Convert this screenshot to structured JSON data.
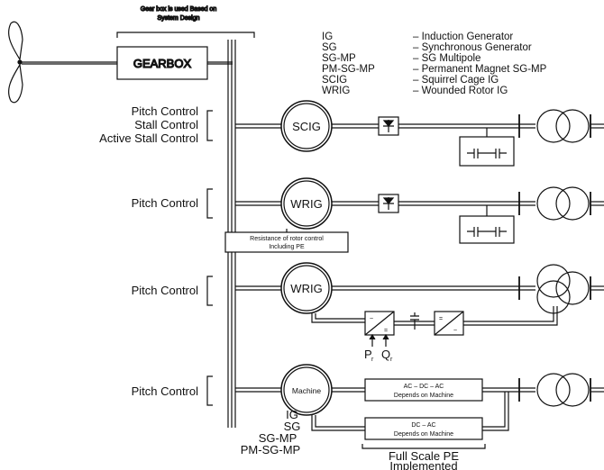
{
  "header": {
    "gearbox_note_line1": "Gear box is used Based on",
    "gearbox_note_line2": "System Design",
    "gearbox_label": "GEARBOX"
  },
  "legend": [
    {
      "abbr": "IG",
      "desc": "– Induction Generator"
    },
    {
      "abbr": "SG",
      "desc": "– Synchronous Generator"
    },
    {
      "abbr": "SG-MP",
      "desc": "– SG Multipole"
    },
    {
      "abbr": "PM-SG-MP",
      "desc": "– Permanent Magnet SG-MP"
    },
    {
      "abbr": "SCIG",
      "desc": "– Squirrel Cage IG"
    },
    {
      "abbr": "WRIG",
      "desc": "– Wounded Rotor IG"
    }
  ],
  "rows": [
    {
      "control": [
        "Pitch Control",
        "Stall Control",
        "Active Stall Control"
      ],
      "generator": "SCIG"
    },
    {
      "control": [
        "Pitch Control"
      ],
      "generator": "WRIG",
      "note": [
        "Resistance of rotor control",
        "Including PE"
      ]
    },
    {
      "control": [
        "Pitch Control"
      ],
      "generator": "WRIG",
      "pr": "P",
      "pr_sub": "r",
      "qr": "Q",
      "qr_sub": "r"
    },
    {
      "control": [
        "Pitch Control"
      ],
      "generator": "Machine",
      "box1": [
        "AC – DC – AC",
        "Depends on Machine"
      ],
      "box2": [
        "DC – AC",
        "Depends on Machine"
      ]
    }
  ],
  "machine_types": [
    "IG",
    "SG",
    "SG-MP",
    "PM-SG-MP"
  ],
  "footer": [
    "Full Scale PE",
    "Implemented"
  ],
  "converter_labels": {
    "rotor_side": "~/=",
    "grid_side": "=/~"
  }
}
